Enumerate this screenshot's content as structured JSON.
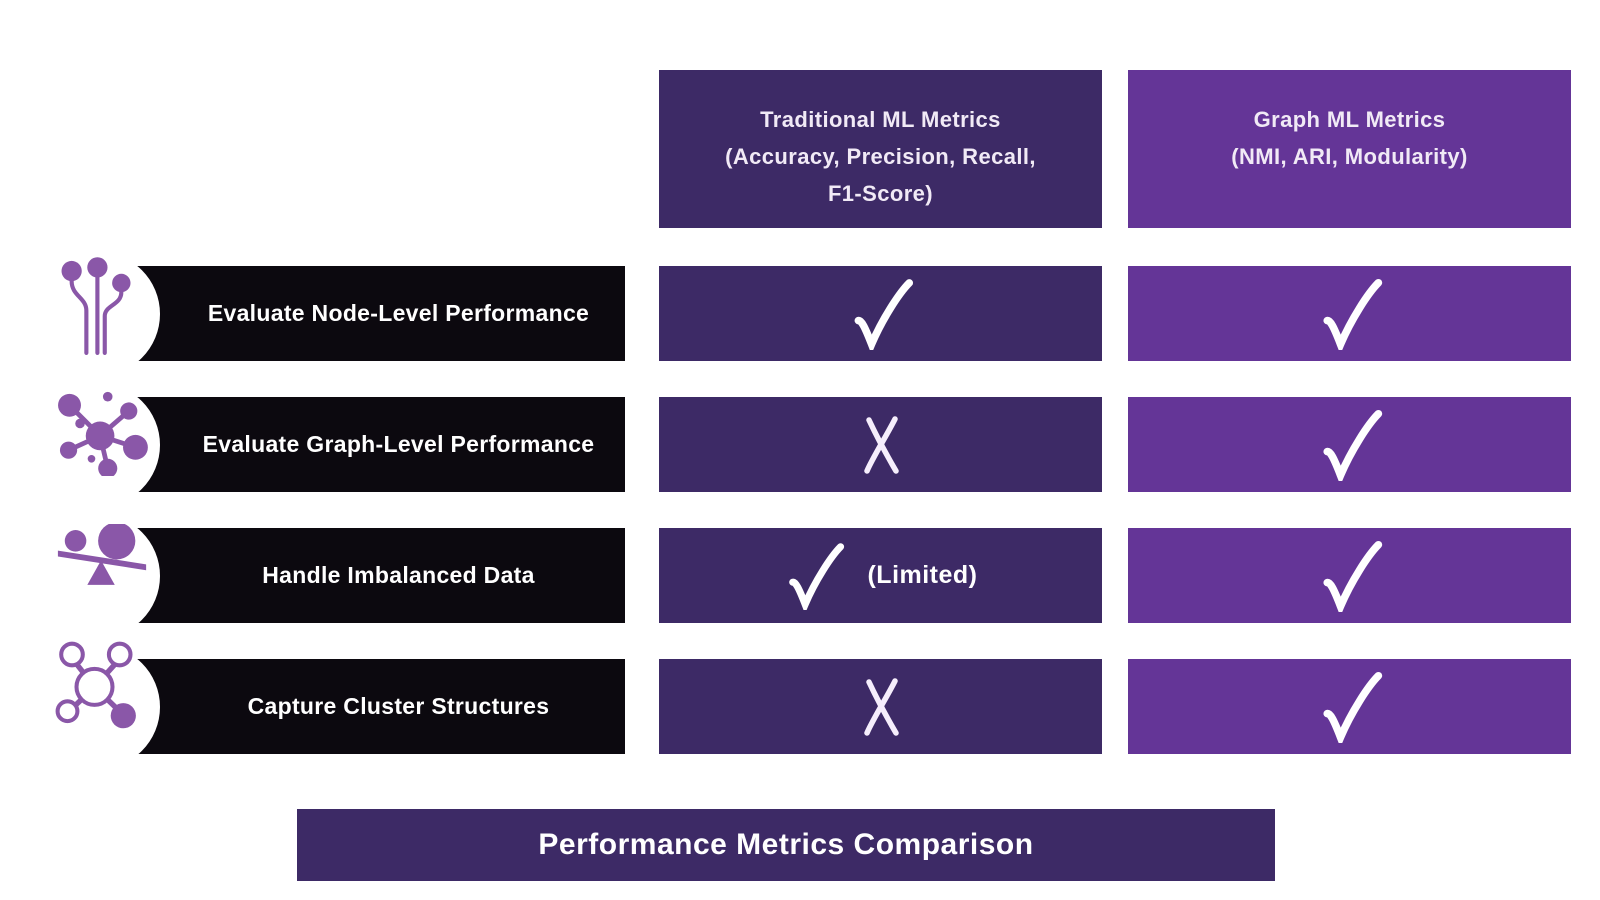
{
  "colors": {
    "dark_purple": "#3d2a66",
    "light_purple": "#643597",
    "icon_purple": "#8a57a8",
    "bar_black": "#0c090f",
    "text_white": "#ffffff"
  },
  "columns": [
    {
      "name": "traditional",
      "lines": [
        "Traditional ML Metrics",
        "(Accuracy, Precision, Recall,",
        "F1-Score)"
      ]
    },
    {
      "name": "graph",
      "lines": [
        "Graph ML Metrics",
        "(NMI, ARI, Modularity)"
      ]
    }
  ],
  "rows": [
    {
      "label": "Evaluate Node-Level Performance",
      "icon": "node-pins-icon",
      "traditional": {
        "mark": "check"
      },
      "graph": {
        "mark": "check"
      }
    },
    {
      "label": "Evaluate Graph-Level Performance",
      "icon": "network-hub-icon",
      "traditional": {
        "mark": "x"
      },
      "graph": {
        "mark": "check"
      }
    },
    {
      "label": "Handle Imbalanced Data",
      "icon": "imbalance-scale-icon",
      "traditional": {
        "mark": "check",
        "note": "(Limited)"
      },
      "graph": {
        "mark": "check"
      }
    },
    {
      "label": "Capture Cluster Structures",
      "icon": "cluster-structure-icon",
      "traditional": {
        "mark": "x"
      },
      "graph": {
        "mark": "check"
      }
    }
  ],
  "footer": {
    "title": "Performance Metrics Comparison"
  }
}
